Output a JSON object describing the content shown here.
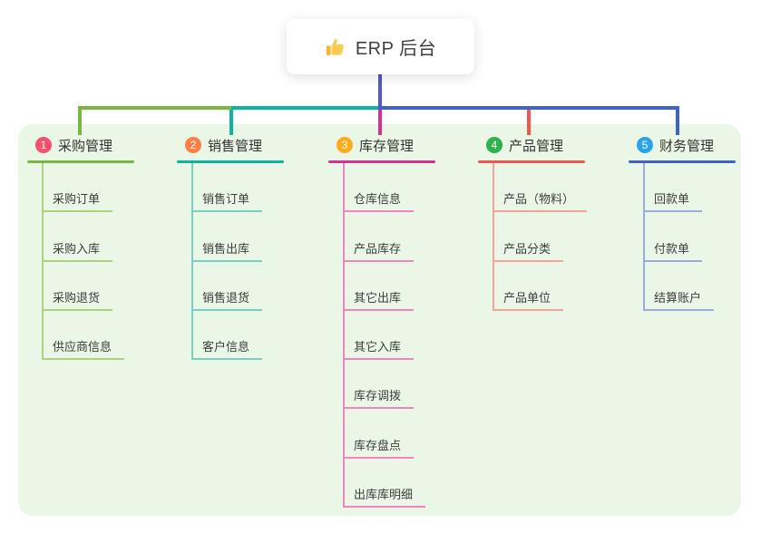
{
  "root": {
    "title": "ERP 后台",
    "icon": "thumbs-up-icon"
  },
  "canvas": {
    "background": "#ffffff",
    "panel_bg": "#eaf6e6",
    "root_line_color": "#4b5ad0"
  },
  "branches": [
    {
      "index": "1",
      "label": "采购管理",
      "colors": {
        "line": "#77b840",
        "light": "#aad380",
        "badge": "#f3506b"
      },
      "children": [
        "采购订单",
        "采购入库",
        "采购退货",
        "供应商信息"
      ]
    },
    {
      "index": "2",
      "label": "销售管理",
      "colors": {
        "line": "#0fb3a2",
        "light": "#77cfc6",
        "badge": "#fa8046"
      },
      "children": [
        "销售订单",
        "销售出库",
        "销售退货",
        "客户信息"
      ]
    },
    {
      "index": "3",
      "label": "库存管理",
      "colors": {
        "line": "#d63090",
        "light": "#f083c2",
        "badge": "#fbac1a"
      },
      "children": [
        "仓库信息",
        "产品库存",
        "其它出库",
        "其它入库",
        "库存调拨",
        "库存盘点",
        "出库库明细"
      ]
    },
    {
      "index": "4",
      "label": "产品管理",
      "colors": {
        "line": "#f3564d",
        "light": "#f8a19b",
        "badge": "#2db24e"
      },
      "children": [
        "产品（物料）",
        "产品分类",
        "产品单位"
      ]
    },
    {
      "index": "5",
      "label": "财务管理",
      "colors": {
        "line": "#3d63cb",
        "light": "#9aabdf",
        "badge": "#29a4e9"
      },
      "children": [
        "回款单",
        "付款单",
        "结算账户"
      ]
    }
  ]
}
